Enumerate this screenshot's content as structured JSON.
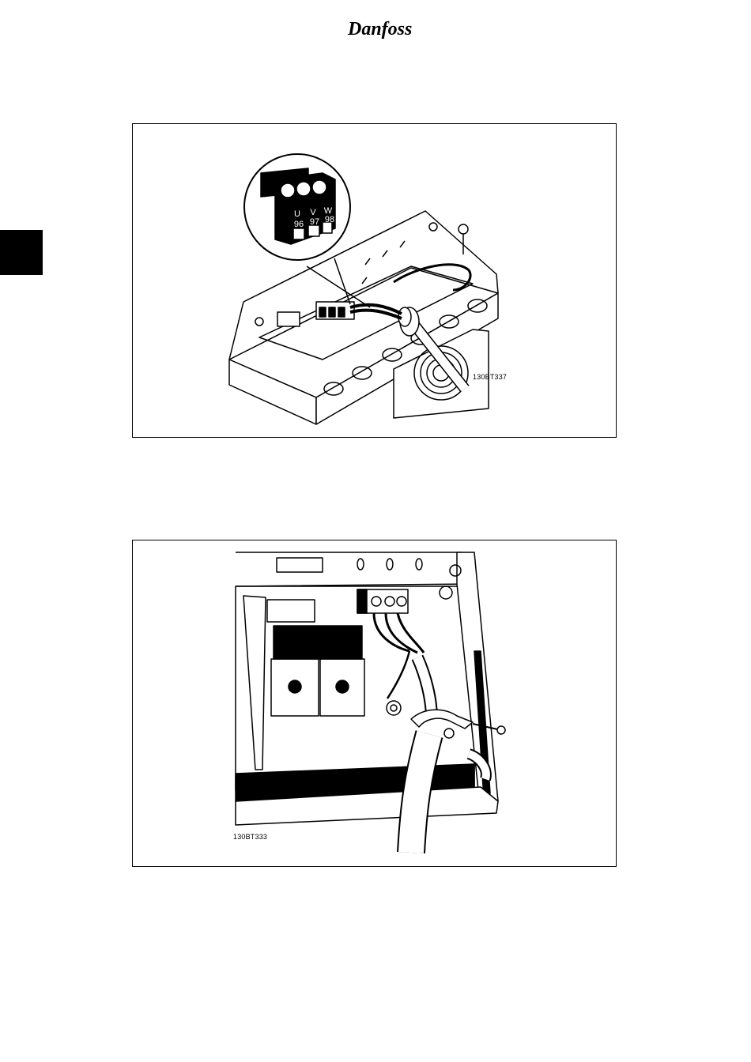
{
  "header": {
    "logo_text": "Danfoss",
    "logo_icon": "danfoss-logo"
  },
  "side_tab": {
    "color": "#000000"
  },
  "figures": [
    {
      "id": "figure-1",
      "code": "130BT337",
      "terminal_letters": [
        "U",
        "V",
        "W"
      ],
      "terminal_numbers": [
        "96",
        "97",
        "98"
      ]
    },
    {
      "id": "figure-2",
      "code": "130BT333"
    }
  ]
}
